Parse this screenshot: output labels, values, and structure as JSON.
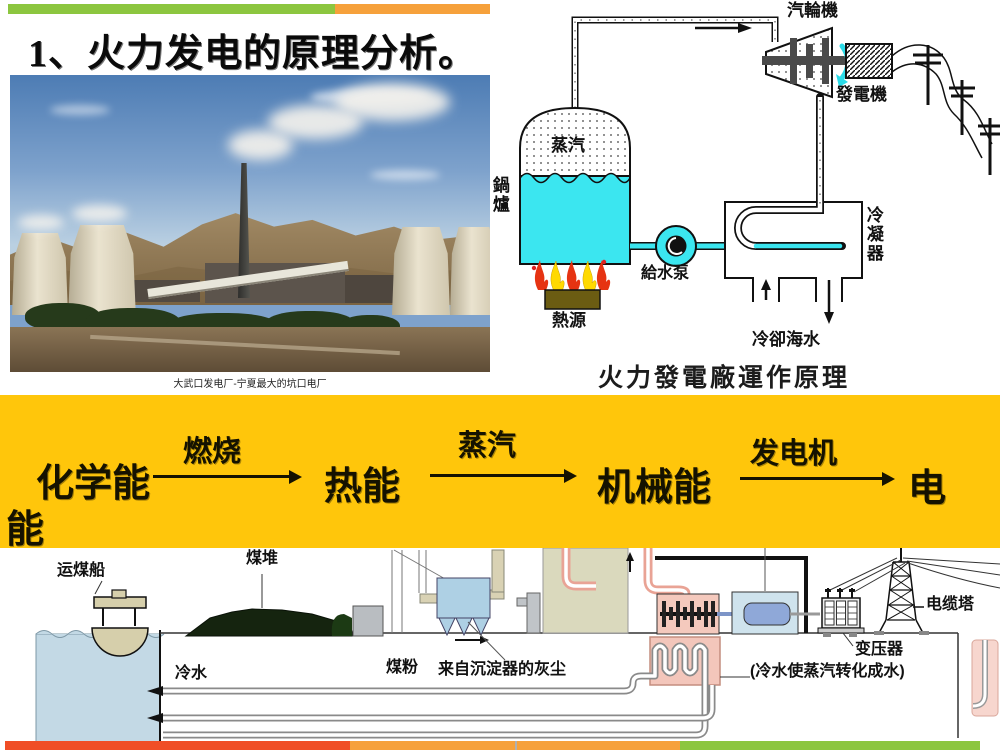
{
  "slide": {
    "title": "1、火力发电的原理分析。",
    "photo_caption": "大武口发电厂-宁夏最大的坑口电厂"
  },
  "colors": {
    "banner_yellow": "#FFC60B",
    "top_bar_green": "#8CC63F",
    "top_bar_orange": "#F6A13B",
    "bottom_bar_red": "#F04E26",
    "bottom_bar_orange": "#F6A13B",
    "bottom_bar_green": "#8CC63F",
    "water_cyan": "#3BE6F0"
  },
  "plant_diagram": {
    "title": "火力發電廠運作原理",
    "labels": {
      "steam_turbine": "汽輪機",
      "generator": "發電機",
      "steam": "蒸汽",
      "boiler": "鍋爐",
      "feed_pump": "給水泵",
      "heat_source": "熱源",
      "condenser": "冷凝器",
      "cooling_seawater": "冷卻海水"
    }
  },
  "energy_flow": {
    "node_chemical": "化学能",
    "arrow1_label": "燃烧",
    "node_heat": "热能",
    "arrow2_label": "蒸汽",
    "node_mechanical": "机械能",
    "arrow3_label": "发电机",
    "node_electric_line1": "电",
    "node_electric_line2": "能"
  },
  "coal_plant_diagram": {
    "labels": {
      "coal_ship": "运煤船",
      "coal_pile": "煤堆",
      "cold_water": "冷水",
      "coal_powder": "煤粉",
      "precipitator_dust": "来自沉淀器的灰尘",
      "transformer": "变压器",
      "cable_tower": "电缆塔",
      "condenser_note": "(冷水使蒸汽转化成水)"
    }
  }
}
